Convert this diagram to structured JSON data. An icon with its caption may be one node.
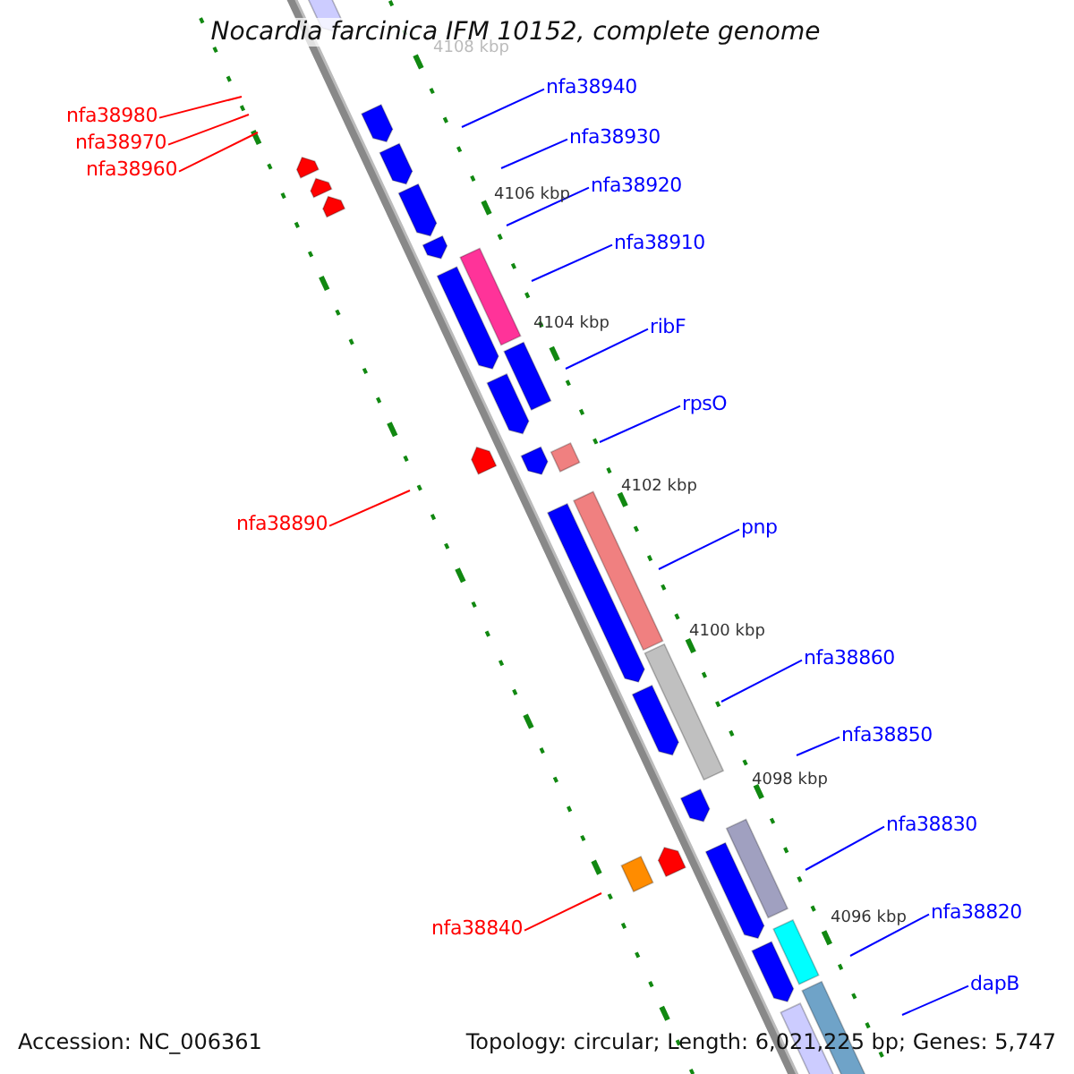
{
  "diagram": {
    "title": "Nocardia farcinica IFM 10152, complete genome",
    "nodes": [
      {
        "text": [
          "nfa38940"
        ]
      },
      {
        "text": [
          "nfa38980"
        ]
      },
      {
        "text": [
          "nfa38930"
        ]
      },
      {
        "text": [
          "nfa38970"
        ]
      },
      {
        "text": [
          "nfa38960"
        ]
      },
      {
        "text": [
          "nfa38920"
        ]
      },
      {
        "text": [
          "nfa38910"
        ]
      },
      {
        "text": [
          "ribF"
        ]
      },
      {
        "text": [
          "rpsO"
        ]
      },
      {
        "text": [
          "nfa38890"
        ]
      },
      {
        "text": [
          "pnp"
        ]
      },
      {
        "text": [
          "nfa38860"
        ]
      },
      {
        "text": [
          "nfa38850"
        ]
      },
      {
        "text": [
          "nfa38830"
        ]
      },
      {
        "text": [
          "nfa38820"
        ]
      },
      {
        "text": [
          "nfa38840"
        ]
      },
      {
        "text": [
          "dapB"
        ]
      }
    ],
    "edges": [
      {
        "from": 0,
        "to": null,
        "arrow": "none"
      },
      {
        "from": 1,
        "to": null,
        "arrow": "none",
        "color": "#ff0000"
      },
      {
        "from": 2,
        "to": null,
        "arrow": "none"
      },
      {
        "from": 3,
        "to": null,
        "arrow": "none",
        "color": "#ff0000"
      },
      {
        "from": 4,
        "to": null,
        "arrow": "none",
        "color": "#ff0000"
      },
      {
        "from": 5,
        "to": null,
        "arrow": "none"
      },
      {
        "from": 6,
        "to": null,
        "arrow": "none"
      },
      {
        "from": 7,
        "to": null,
        "arrow": "none"
      },
      {
        "from": 8,
        "to": null,
        "arrow": "none"
      },
      {
        "from": 9,
        "to": null,
        "arrow": "none",
        "color": "#ff0000"
      },
      {
        "from": 10,
        "to": null,
        "arrow": "none"
      },
      {
        "from": 11,
        "to": null,
        "arrow": "none"
      },
      {
        "from": 12,
        "to": null,
        "arrow": "none"
      },
      {
        "from": 13,
        "to": null,
        "arrow": "none"
      },
      {
        "from": 14,
        "to": null,
        "arrow": "none"
      },
      {
        "from": 15,
        "to": null,
        "arrow": "none",
        "color": "#ff0000"
      },
      {
        "from": 16,
        "to": null,
        "arrow": "none"
      }
    ],
    "labels": [
      "4108 kbp",
      "4106 kbp",
      "4104 kbp",
      "4102 kbp",
      "4100 kbp",
      "4098 kbp",
      "4096 kbp",
      "Accession: NC_006361",
      "Topology: circular; Length: 6,021,225 bp; Genes: 5,747"
    ]
  }
}
